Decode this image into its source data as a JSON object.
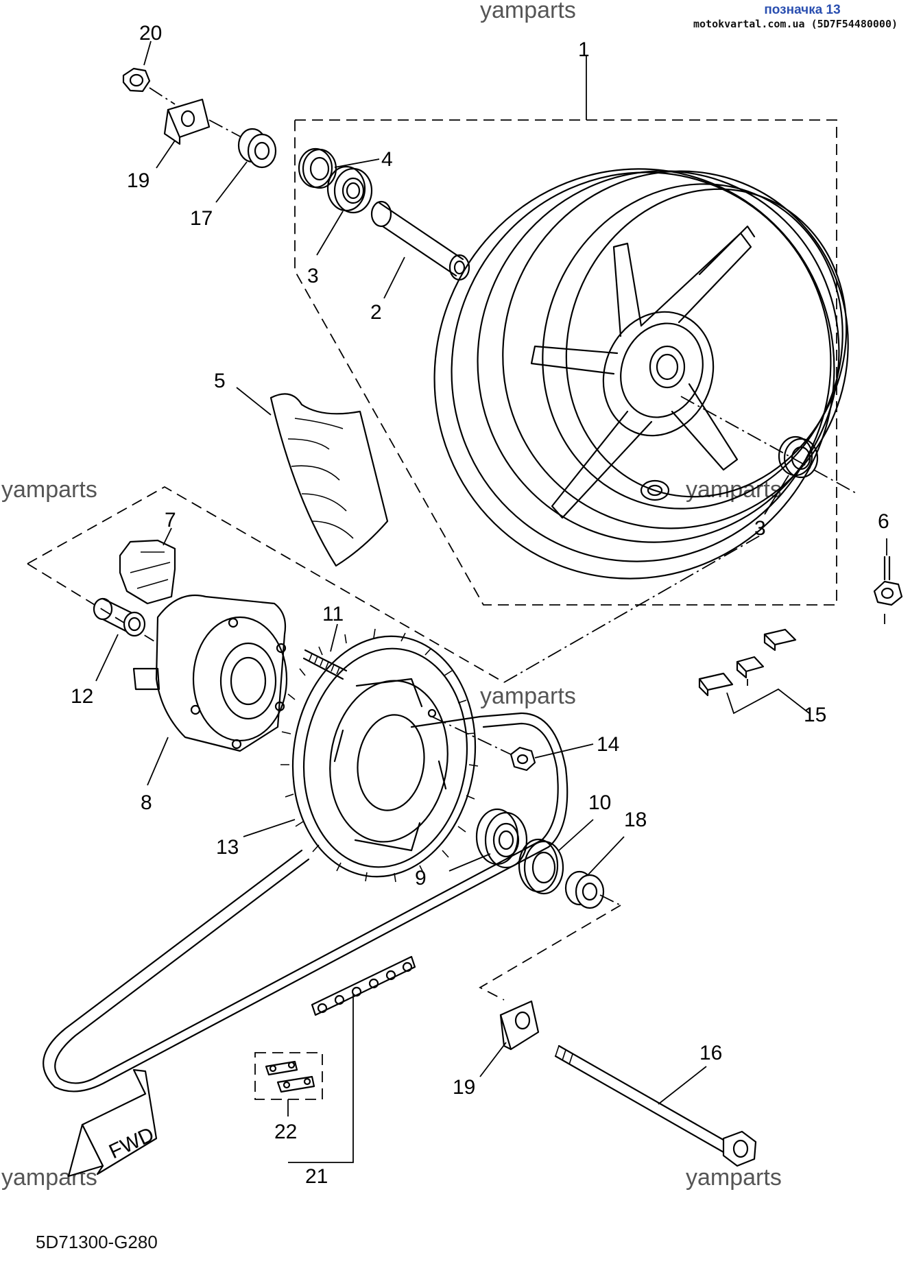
{
  "header": {
    "tag": "позначка 13",
    "url": "motokvartal.com.ua (5D7F54480000)"
  },
  "watermarks": {
    "wm_top": "yamparts",
    "wm_left": "yamparts",
    "wm_right_mid": "yamparts",
    "wm_center": "yamparts",
    "wm_bottom_left": "yamparts",
    "wm_bottom_right": "yamparts"
  },
  "fwd_label": "FWD",
  "part_code": "5D71300-G280",
  "callouts": {
    "c1": "1",
    "c2": "2",
    "c3a": "3",
    "c3b": "3",
    "c4": "4",
    "c5": "5",
    "c6": "6",
    "c7": "7",
    "c8": "8",
    "c9": "9",
    "c10": "10",
    "c11": "11",
    "c12": "12",
    "c13": "13",
    "c14": "14",
    "c15": "15",
    "c16": "16",
    "c17": "17",
    "c18": "18",
    "c19a": "19",
    "c19b": "19",
    "c20": "20",
    "c21": "21",
    "c22": "22"
  }
}
